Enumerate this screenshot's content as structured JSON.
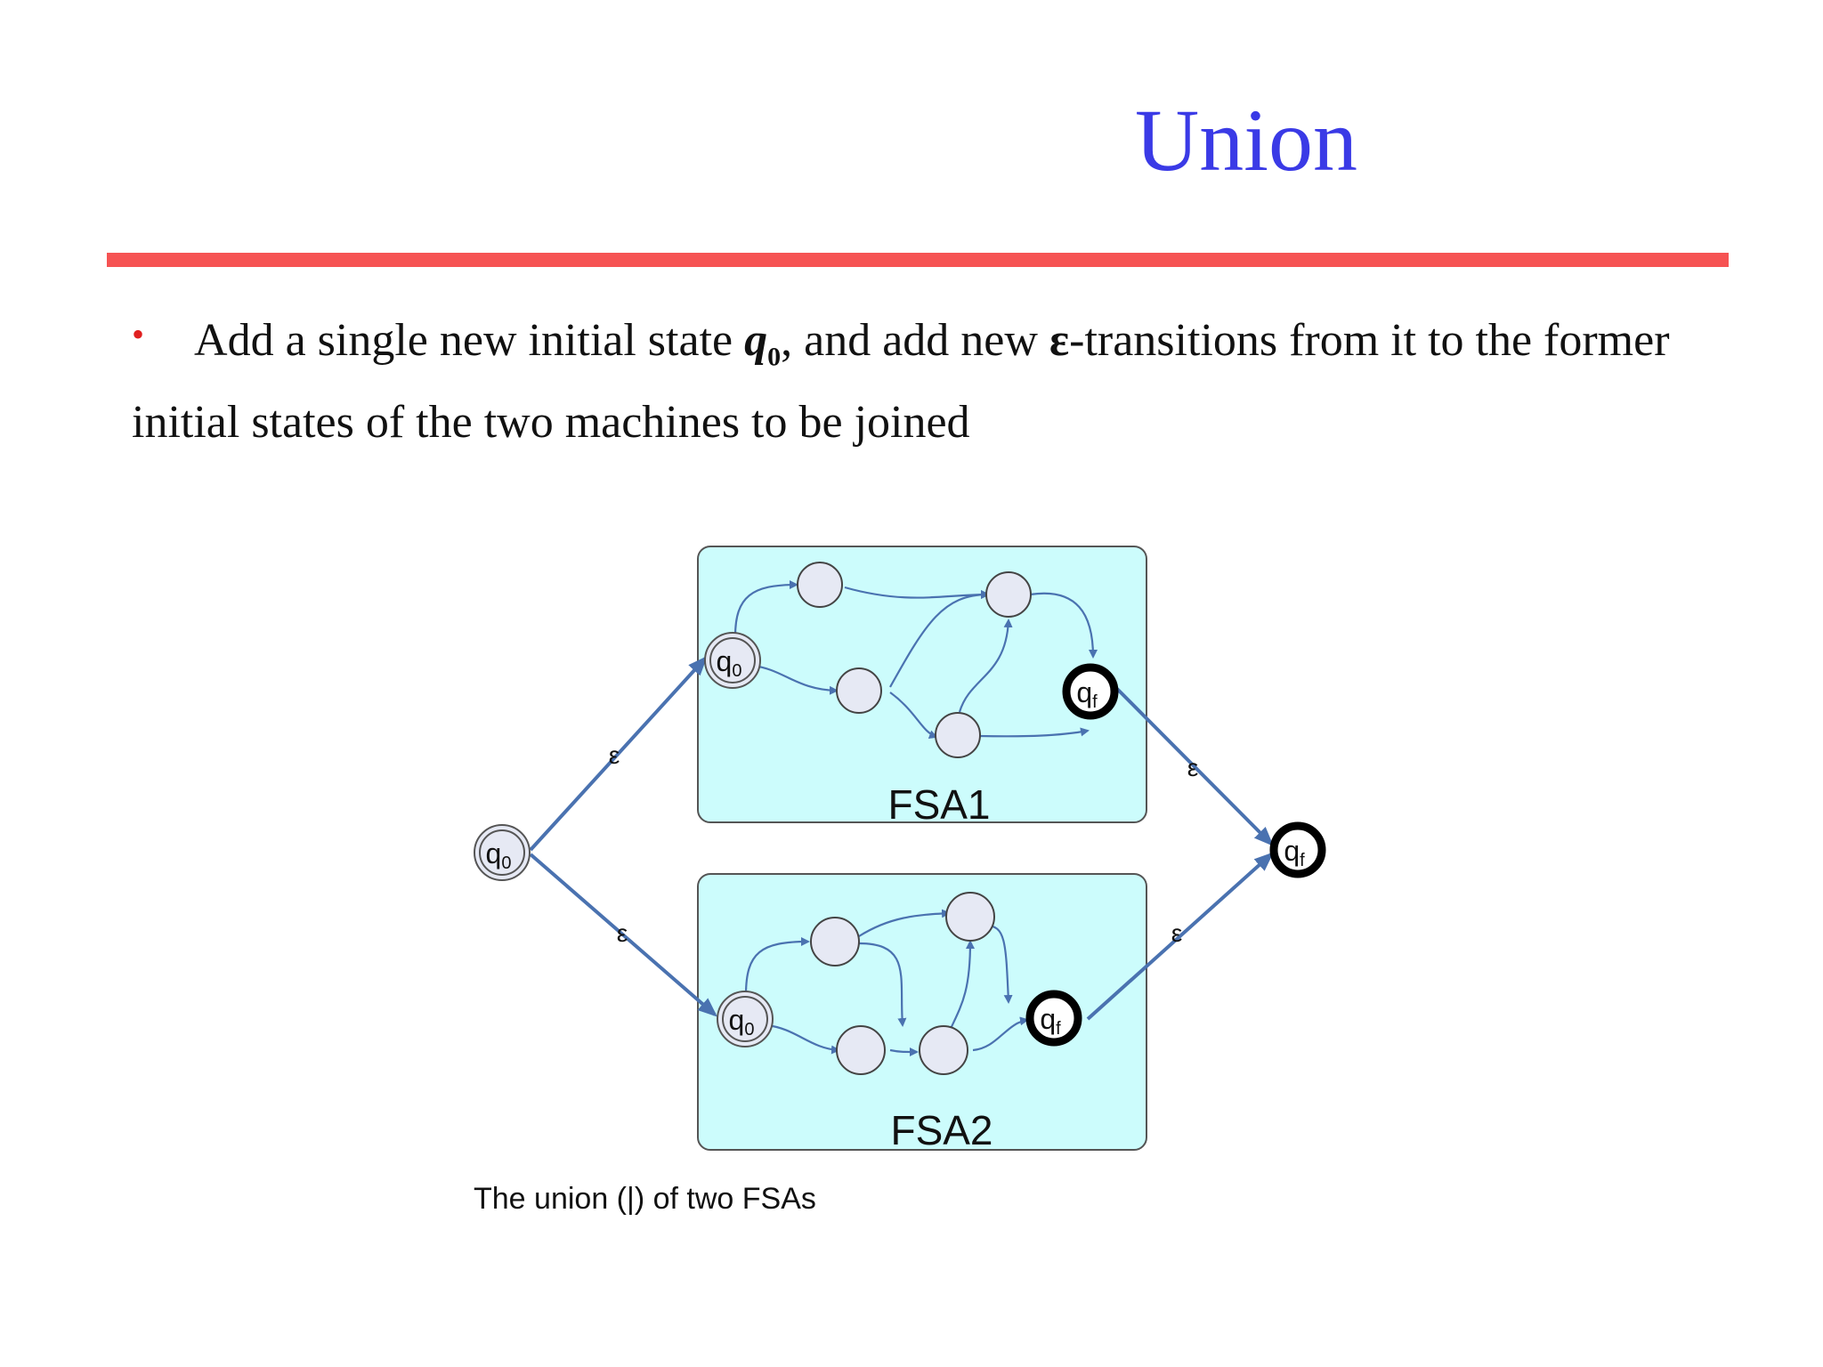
{
  "slide": {
    "title": "Union",
    "bullet": {
      "part1": "Add a single new initial state ",
      "q0_var": "q",
      "q0_sub": "0",
      "part2": ", and add new ",
      "epsilon": "ε",
      "part3": "-transitions from it to the former initial states of the two machines to be joined"
    },
    "caption": "The union (|) of two FSAs"
  },
  "diagram": {
    "fsa1_label": "FSA1",
    "fsa2_label": "FSA2",
    "epsilon_label": "ε",
    "start_state_var": "q",
    "start_state_sub": "0",
    "final_state_var": "q",
    "final_state_sub": "f",
    "colors": {
      "box_fill": "#ccfcfc",
      "edge": "#4a72b0",
      "state_fill": "#e6e9f4",
      "final_stroke": "#000000"
    }
  }
}
